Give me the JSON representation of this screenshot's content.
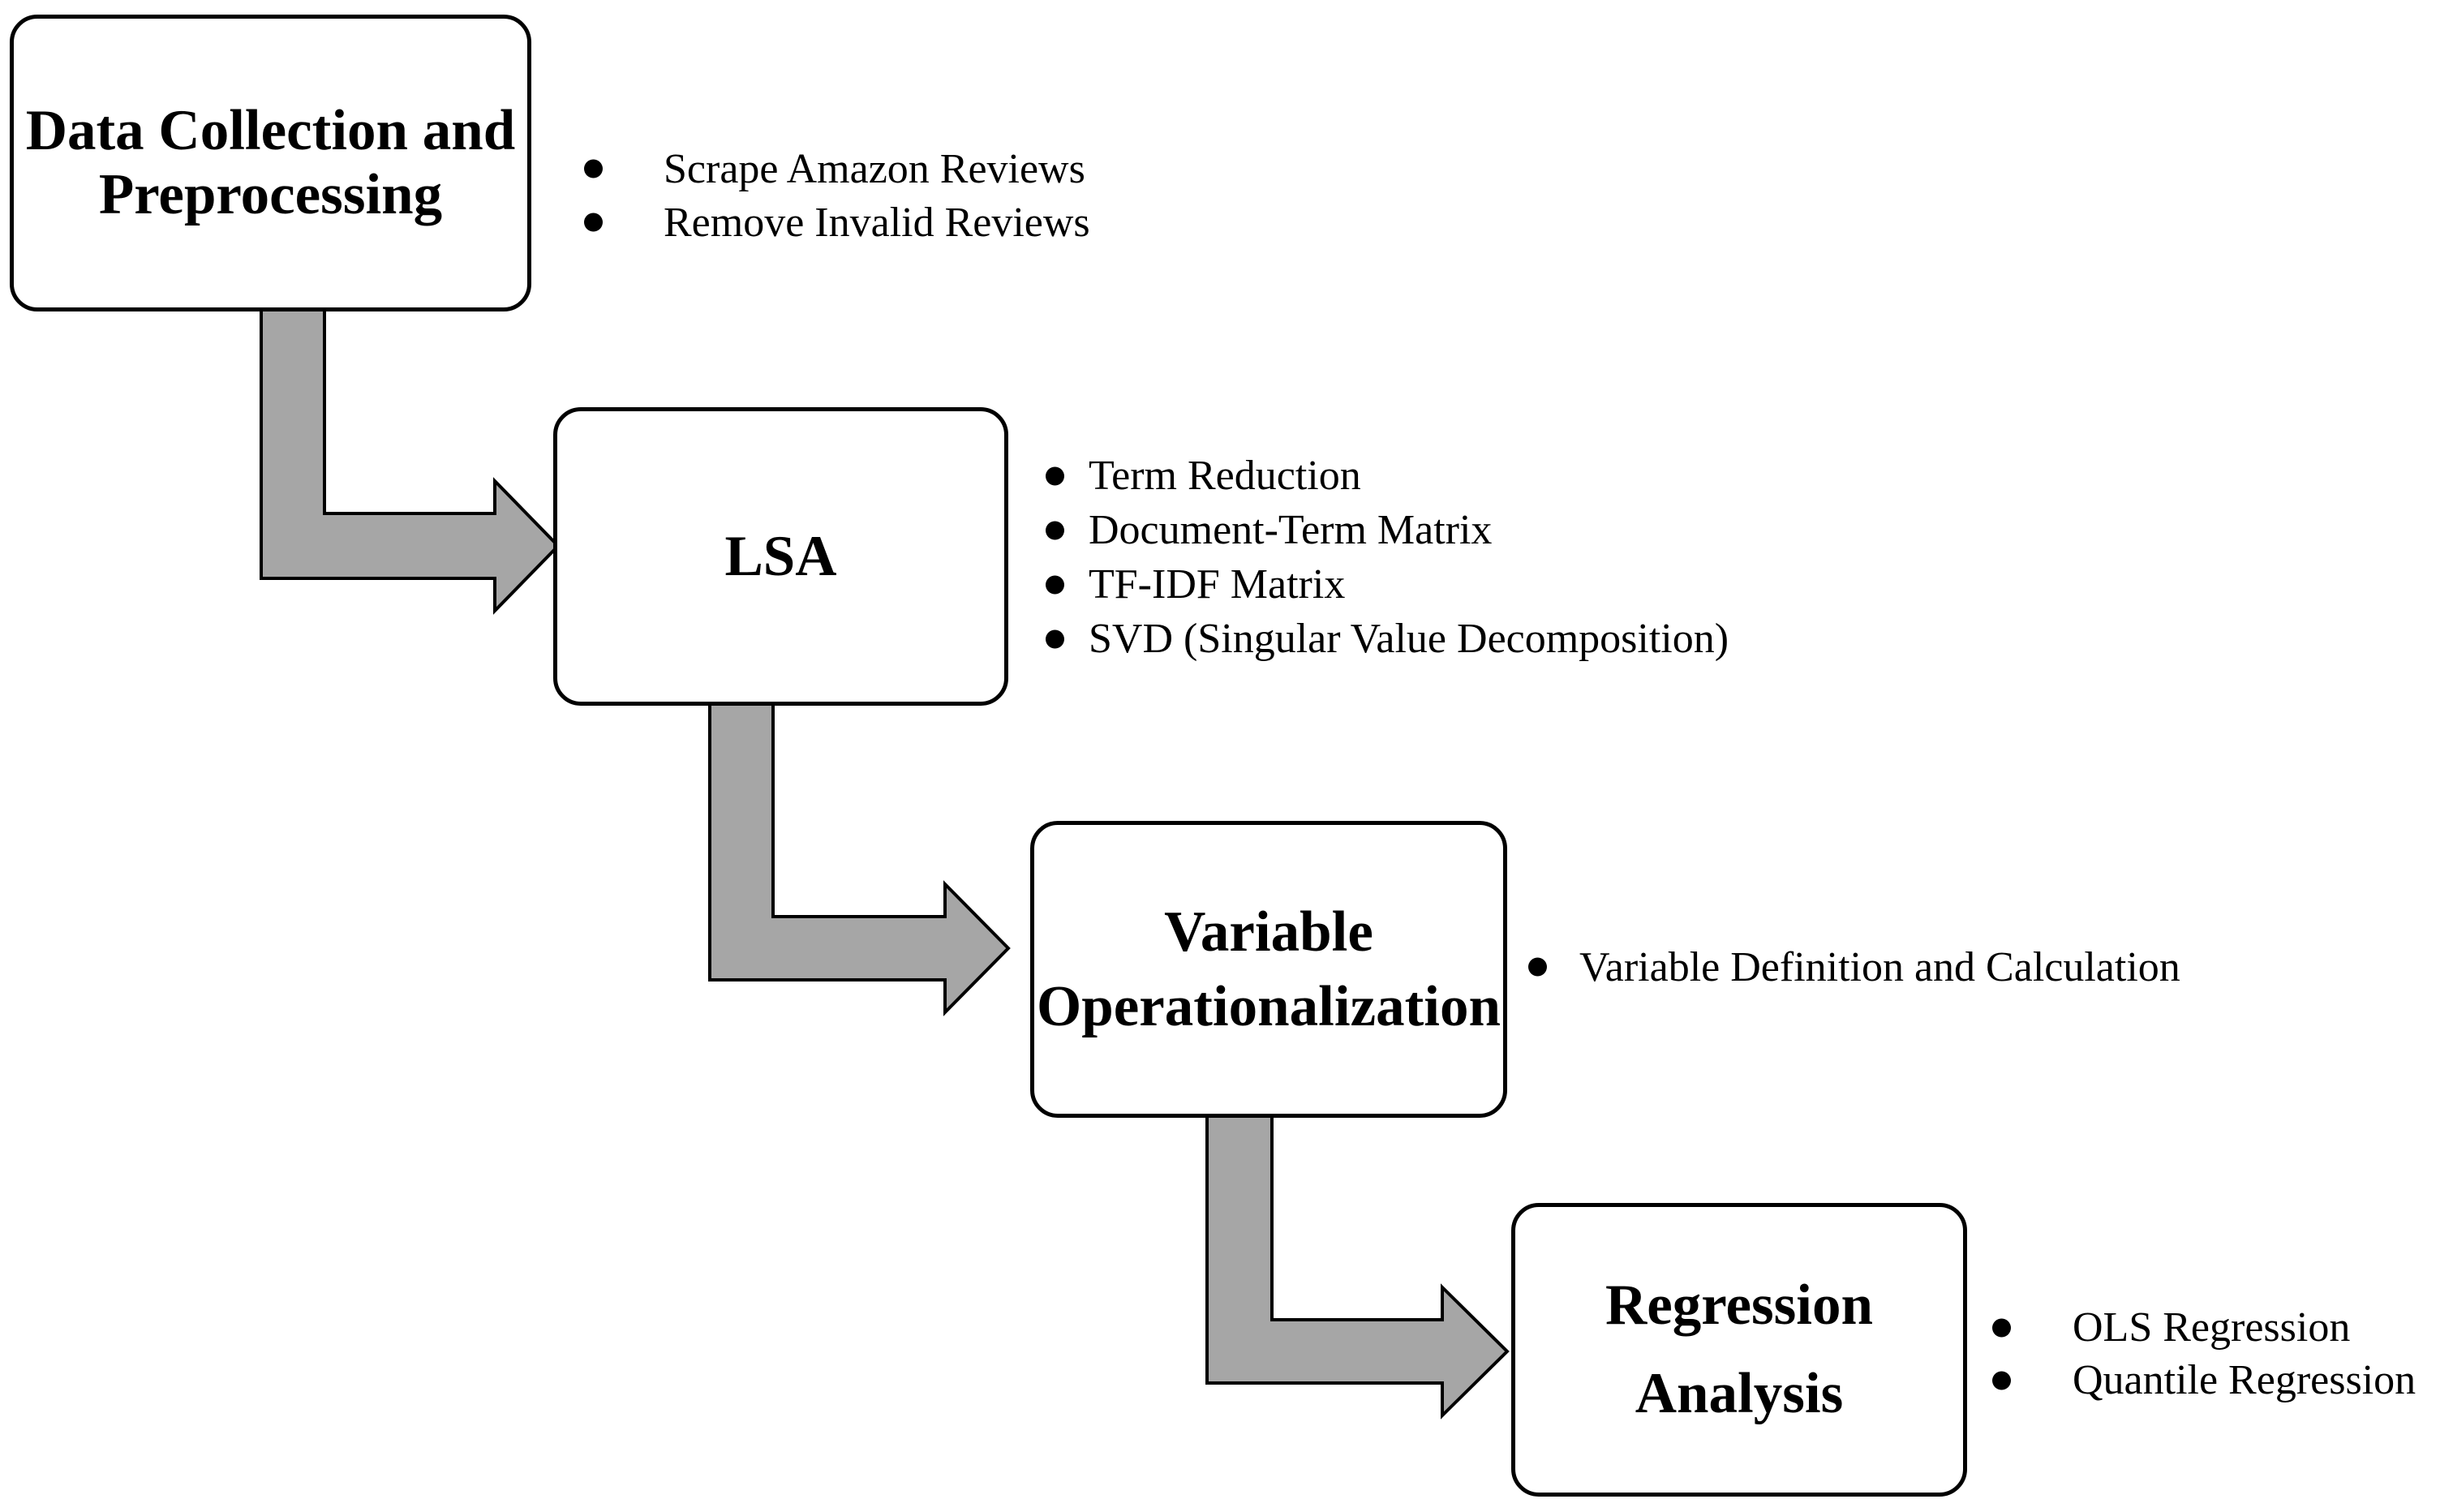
{
  "diagram": {
    "boxes": [
      {
        "id": "data-collection",
        "title_lines": [
          "Data Collection and",
          "Preprocessing"
        ],
        "bullets": [
          "Scrape Amazon Reviews",
          "Remove Invalid Reviews"
        ]
      },
      {
        "id": "lsa",
        "title_lines": [
          "LSA"
        ],
        "bullets": [
          "Term Reduction",
          "Document-Term Matrix",
          "TF-IDF Matrix",
          "SVD (Singular Value Decomposition)"
        ]
      },
      {
        "id": "variable-operationalization",
        "title_lines": [
          "Variable",
          "Operationalization"
        ],
        "bullets": [
          "Variable Definition and Calculation"
        ]
      },
      {
        "id": "regression-analysis",
        "title_lines": [
          "Regression",
          "Analysis"
        ],
        "bullets": [
          "OLS Regression",
          "Quantile Regression"
        ]
      }
    ],
    "flow": [
      {
        "from": "data-collection",
        "to": "lsa"
      },
      {
        "from": "lsa",
        "to": "variable-operationalization"
      },
      {
        "from": "variable-operationalization",
        "to": "regression-analysis"
      }
    ],
    "colors": {
      "background": "#ffffff",
      "box_fill": "#ffffff",
      "box_border": "#000000",
      "text": "#000000",
      "arrow_fill": "#a6a6a6",
      "arrow_outline": "#000000"
    }
  }
}
